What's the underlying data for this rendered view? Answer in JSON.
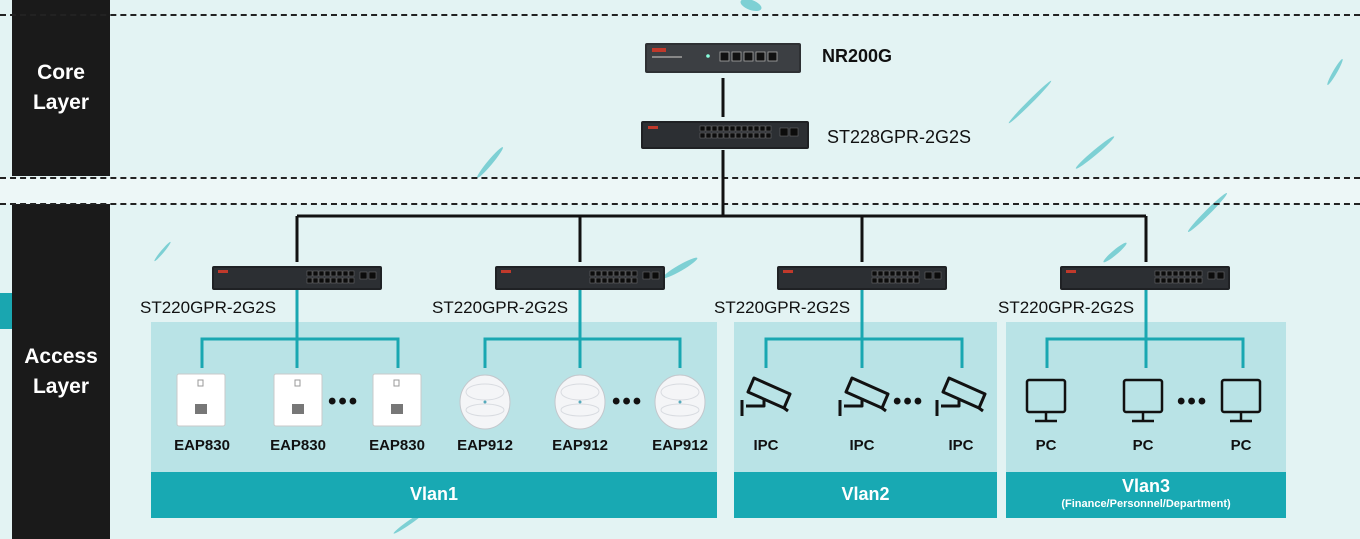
{
  "layers": {
    "core": [
      "Core",
      "Layer"
    ],
    "access": [
      "Access",
      "Layer"
    ]
  },
  "core_devices": {
    "router": "NR200G",
    "core_switch": "ST228GPR-2G2S"
  },
  "access_switches": [
    "ST220GPR-2G2S",
    "ST220GPR-2G2S",
    "ST220GPR-2G2S",
    "ST220GPR-2G2S"
  ],
  "groups": [
    {
      "device_type": "wall-ap",
      "labels": [
        "EAP830",
        "EAP830",
        "EAP830"
      ]
    },
    {
      "device_type": "ceiling-ap",
      "labels": [
        "EAP912",
        "EAP912",
        "EAP912"
      ]
    },
    {
      "device_type": "ip-camera",
      "labels": [
        "IPC",
        "IPC",
        "IPC"
      ]
    },
    {
      "device_type": "pc-monitor",
      "labels": [
        "PC",
        "PC",
        "PC"
      ]
    }
  ],
  "ellipsis": "•••",
  "vlans": [
    {
      "name": "Vlan1",
      "sub": ""
    },
    {
      "name": "Vlan2",
      "sub": ""
    },
    {
      "name": "Vlan3",
      "sub": "(Finance/Personnel/Department)"
    }
  ],
  "colors": {
    "background": "#e1f1f1",
    "layer_tab": "#1a1a1a",
    "vlan_panel": "#b9e3e6",
    "vlan_bar": "#18a9b3",
    "access_links": "#19a7b1",
    "core_links": "#111111"
  }
}
